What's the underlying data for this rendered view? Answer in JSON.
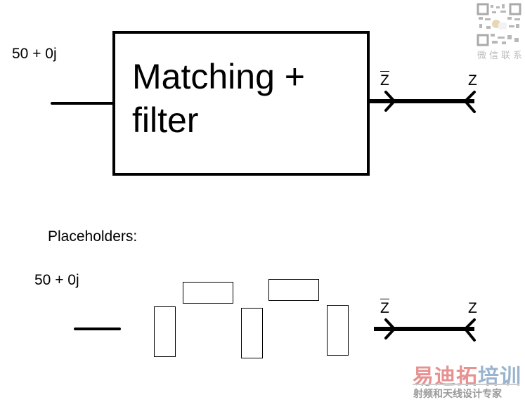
{
  "top_diagram": {
    "source_impedance": "50 + 0j",
    "block_label_line1": "Matching +",
    "block_label_line2": "filter",
    "output_label_conj": "Z",
    "output_label_load": "Z"
  },
  "placeholders_section": {
    "heading": "Placeholders:",
    "source_impedance": "50 + 0j",
    "output_label_conj": "Z",
    "output_label_load": "Z",
    "placeholder_count": 5
  },
  "watermark": {
    "qr_caption": "微信联系",
    "brand_red": "易迪拓",
    "brand_blue": "培训",
    "tagline": "射频和天线设计专家",
    "brand_red_color": "#e79191",
    "brand_blue_color": "#9ab4cf"
  }
}
